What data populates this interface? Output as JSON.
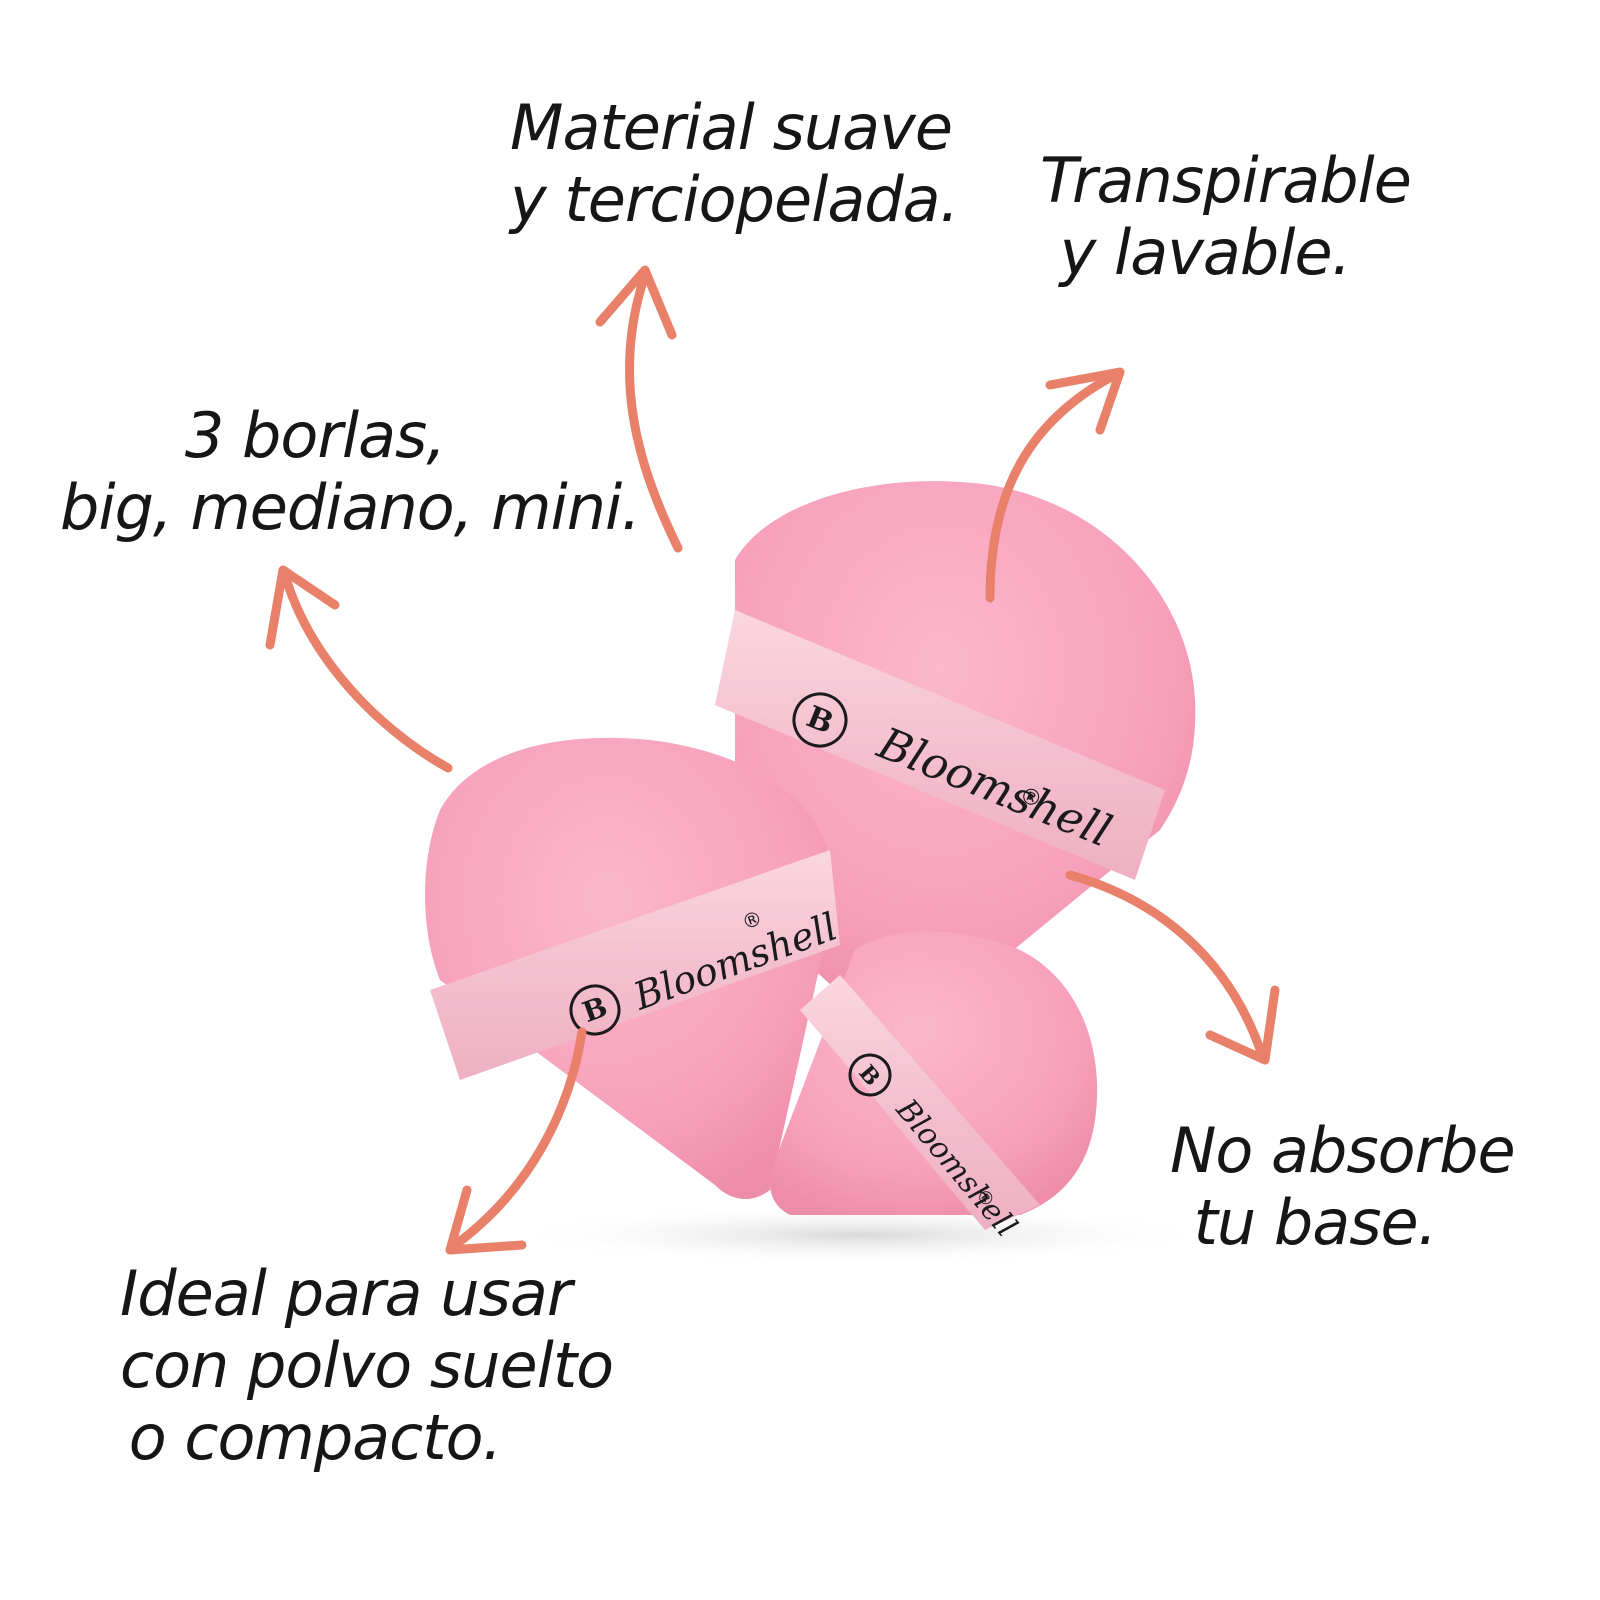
{
  "captions": {
    "material": {
      "line1": "Material suave",
      "line2": "y terciopelada."
    },
    "transpirable": {
      "line1": "Transpirable",
      "line2": "y lavable."
    },
    "borlas": {
      "line1": "3 borlas,",
      "line2": "big, mediano, mini."
    },
    "absorbe": {
      "line1": "No absorbe",
      "line2": "tu base."
    },
    "ideal": {
      "line1": "Ideal para usar",
      "line2": "con polvo suelto",
      "line3": "o compacto."
    }
  },
  "brand": {
    "name": "Bloomshell",
    "registered": "®",
    "monogram": "B"
  },
  "colors": {
    "arrow": "#e8806a",
    "puff": "#f7a3bd",
    "puff_shadow": "#ee8fac",
    "ribbon": "#f6c6d4",
    "text": "#161616",
    "background": "#ffffff"
  },
  "icons": [
    "arrow-icon",
    "bloomshell-logo-icon"
  ]
}
